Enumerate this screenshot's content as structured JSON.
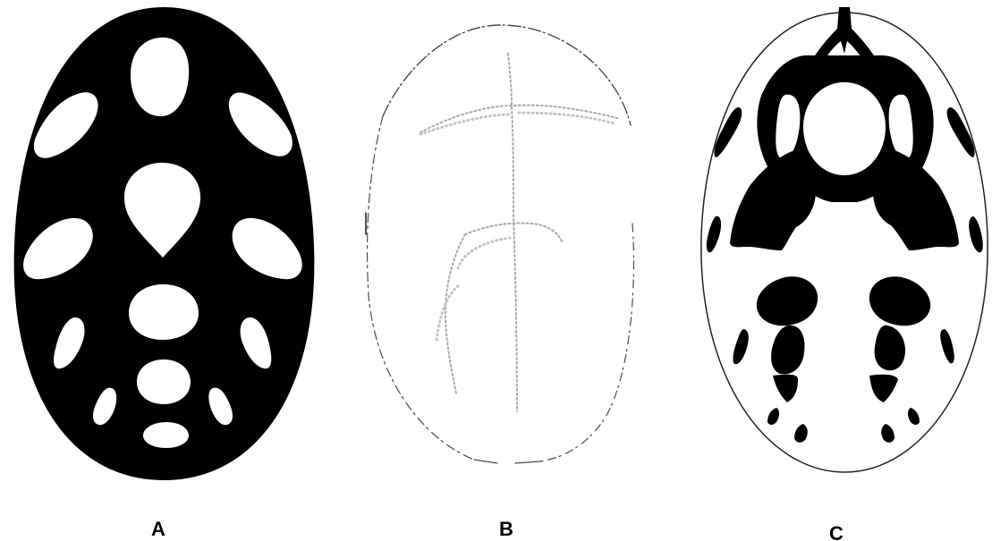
{
  "panels": [
    {
      "label": "A"
    },
    {
      "label": "B"
    },
    {
      "label": "C"
    }
  ],
  "colors": {
    "solid": "#000000",
    "background": "#ffffff",
    "faint": "#9a9a9a"
  }
}
